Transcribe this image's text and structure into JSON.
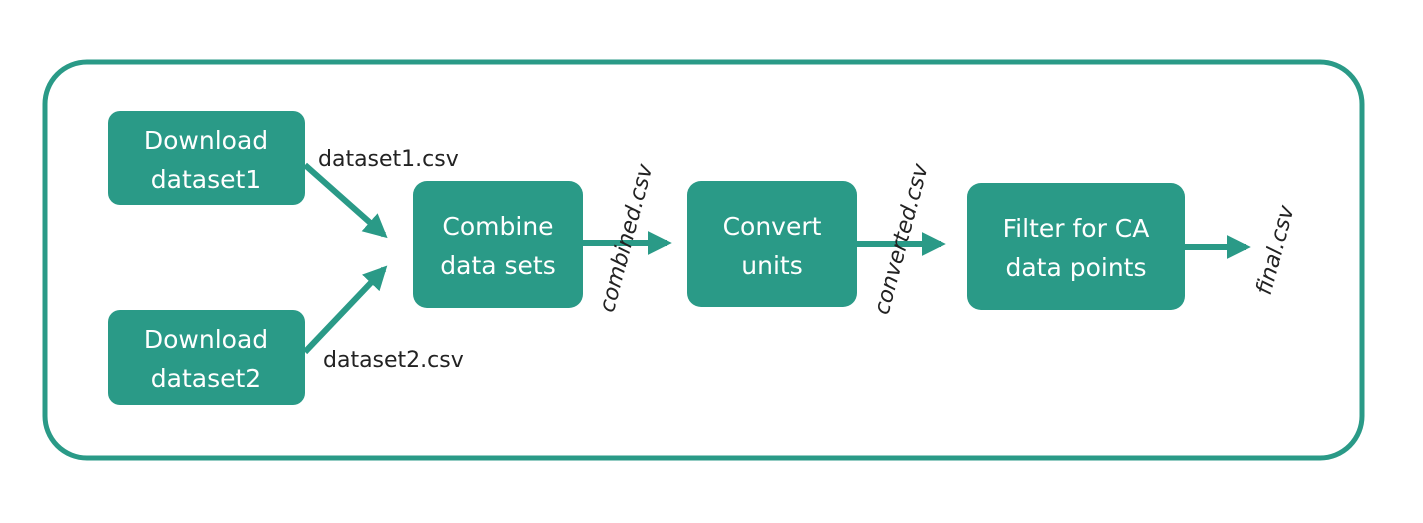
{
  "colors": {
    "accent": "#2a9a87",
    "frame_stroke": "#2a9a87",
    "box_text": "#ffffff",
    "label_text": "#222222"
  },
  "nodes": {
    "download1": {
      "line1": "Download",
      "line2": "dataset1"
    },
    "download2": {
      "line1": "Download",
      "line2": "dataset2"
    },
    "combine": {
      "line1": "Combine",
      "line2": "data sets"
    },
    "convert": {
      "line1": "Convert",
      "line2": "units"
    },
    "filter": {
      "line1": "Filter for CA",
      "line2": "data points"
    }
  },
  "edges": {
    "dataset1": "dataset1.csv",
    "dataset2": "dataset2.csv",
    "combined": "combined.csv",
    "converted": "converted.csv",
    "final": "final.csv"
  }
}
